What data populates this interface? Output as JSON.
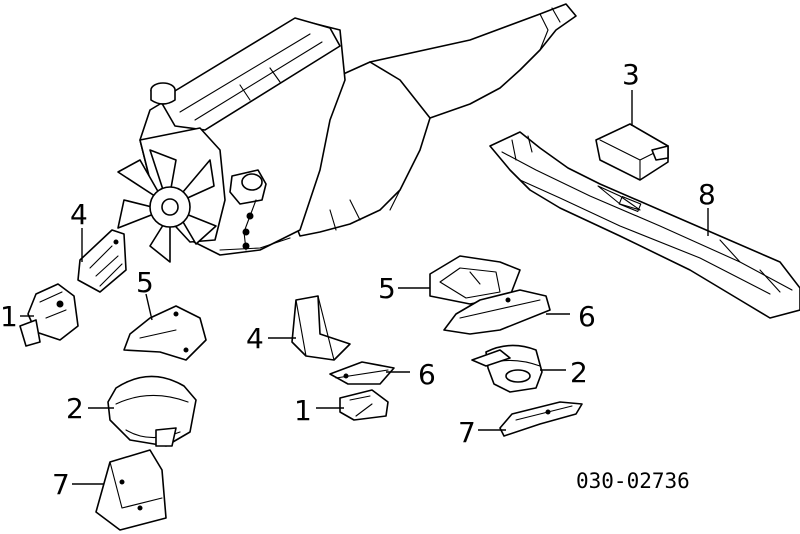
{
  "diagram": {
    "callouts": [
      "1",
      "2",
      "3",
      "4",
      "5",
      "6",
      "7",
      "8"
    ],
    "figure_code": "030-02736"
  }
}
